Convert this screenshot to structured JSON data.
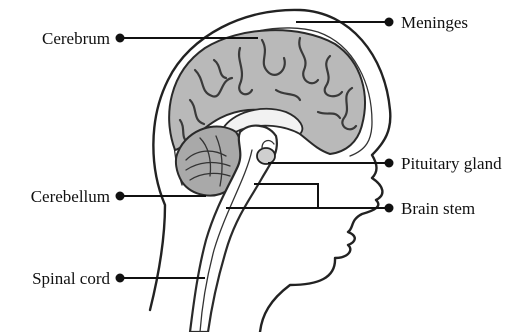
{
  "labels": {
    "cerebrum": "Cerebrum",
    "meninges": "Meninges",
    "pituitary_gland": "Pituitary gland",
    "cerebellum": "Cerebellum",
    "brain_stem": "Brain stem",
    "spinal_cord": "Spinal cord"
  },
  "colors": {
    "brain_fill": "#b9b9b9",
    "ventricle_fill": "#f2f2f2",
    "outline": "#222222",
    "label_text": "#111111"
  }
}
